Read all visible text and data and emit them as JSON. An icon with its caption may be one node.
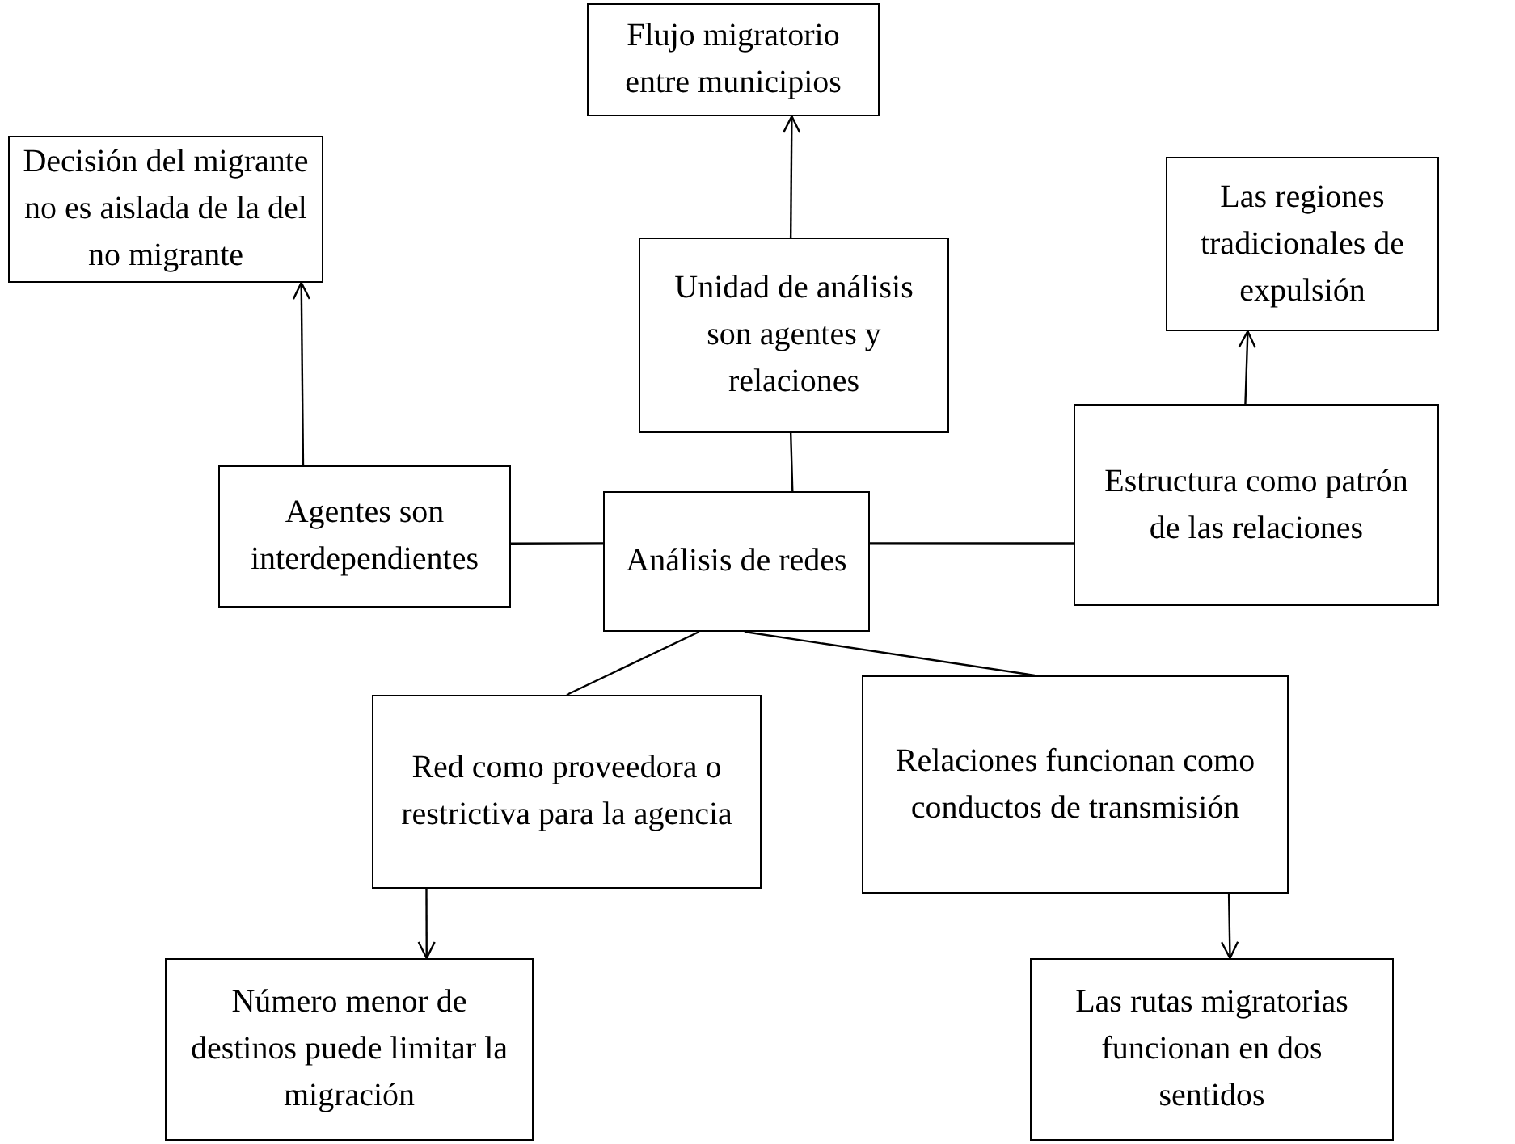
{
  "diagram": {
    "nodes": [
      {
        "text": [
          "Flujo migratorio entre municipios"
        ]
      },
      {
        "text": [
          "Decisión del migrante no es aislada de la del no migrante"
        ]
      },
      {
        "text": [
          "Unidad de análisis son agentes y relaciones"
        ]
      },
      {
        "text": [
          "Las regiones tradicionales de expulsión"
        ]
      },
      {
        "text": [
          "Agentes son interdependientes"
        ]
      },
      {
        "text": [
          "Análisis de redes"
        ]
      },
      {
        "text": [
          "Estructura como patrón de las relaciones"
        ]
      },
      {
        "text": [
          "Red como proveedora o restrictiva para la agencia"
        ]
      },
      {
        "text": [
          "Relaciones funcionan como conductos de transmisión"
        ]
      },
      {
        "text": [
          "Número menor de destinos puede limitar la migración"
        ]
      },
      {
        "text": [
          "Las rutas migratorias funcionan en dos sentidos"
        ]
      }
    ],
    "edges": [
      {
        "from": 2,
        "to": 0,
        "arrow": "to"
      },
      {
        "from": 4,
        "to": 1,
        "arrow": "to"
      },
      {
        "from": 6,
        "to": 3,
        "arrow": "to"
      },
      {
        "from": 5,
        "to": 2,
        "arrow": "none"
      },
      {
        "from": 5,
        "to": 4,
        "arrow": "none"
      },
      {
        "from": 5,
        "to": 6,
        "arrow": "none"
      },
      {
        "from": 5,
        "to": 7,
        "arrow": "none"
      },
      {
        "from": 5,
        "to": 8,
        "arrow": "none"
      },
      {
        "from": 7,
        "to": 9,
        "arrow": "to"
      },
      {
        "from": 8,
        "to": 10,
        "arrow": "to"
      }
    ]
  }
}
